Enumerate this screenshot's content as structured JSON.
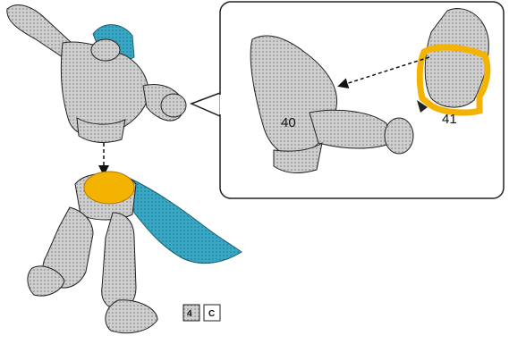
{
  "callout": {
    "part_a": "40",
    "part_b": "41"
  },
  "badge": {
    "number": "4",
    "letter": "C"
  },
  "colors": {
    "gray_part": "#c9c9c9",
    "gray_edge": "#7a7a7a",
    "cyan_cape": "#3aa7c4",
    "orange_highlight": "#f4b300",
    "outline": "#222222"
  },
  "icons": [
    "dashed-arrow-icon",
    "badge-icon"
  ]
}
